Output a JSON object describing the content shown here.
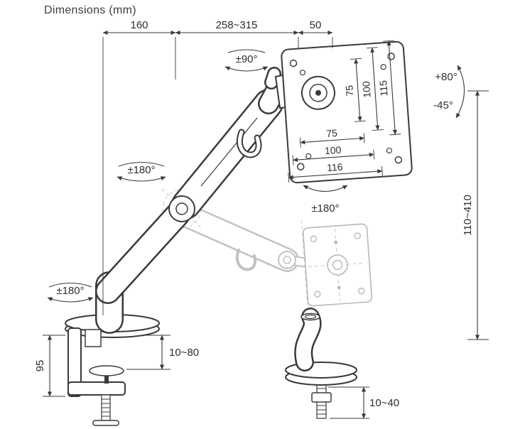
{
  "title": "Dimensions (mm)",
  "top_dimensions": {
    "base_to_elbow": "160",
    "reach": "258~315",
    "head_offset": "50"
  },
  "vesa_plate": {
    "vertical_75": "75",
    "vertical_100": "100",
    "height_115": "115",
    "horizontal_75": "75",
    "horizontal_100": "100",
    "width_116": "116"
  },
  "rotations": {
    "head_swivel": "±90°",
    "elbow_rotation": "±180°",
    "base_rotation": "±180°",
    "plate_rotation": "±180°"
  },
  "tilt": {
    "up": "+80°",
    "down": "-45°"
  },
  "height_adjustment": "110~410",
  "clamp": {
    "column_height": "95",
    "desk_thickness": "10~80"
  },
  "grommet": {
    "desk_thickness": "10~40"
  }
}
